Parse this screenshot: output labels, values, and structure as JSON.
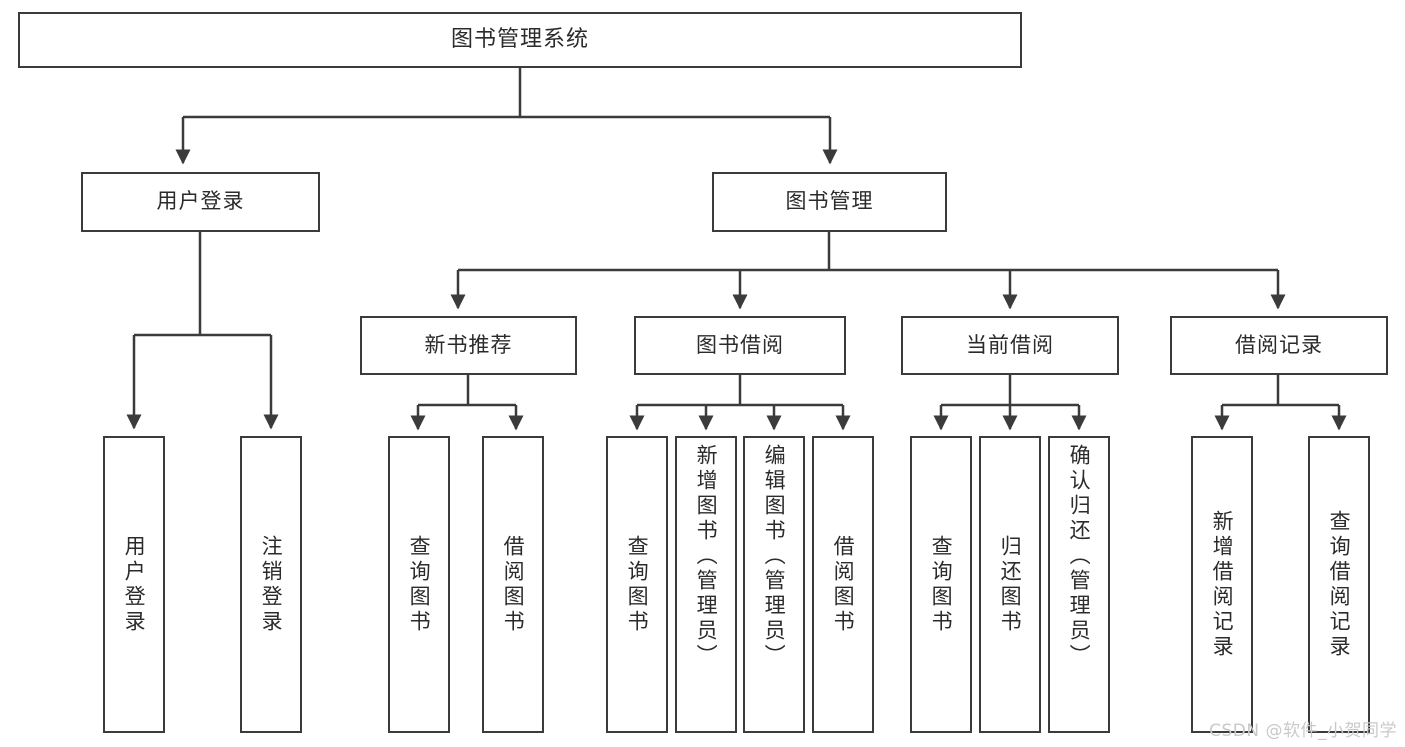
{
  "diagram": {
    "type": "tree-hierarchy-chart",
    "title": "图书管理系统",
    "stroke_color": "#3b3b3b",
    "text_color": "#2b2b2b",
    "background_color": "#ffffff",
    "root": {
      "label": "图书管理系统"
    },
    "level2": [
      {
        "label": "用户登录"
      },
      {
        "label": "图书管理"
      }
    ],
    "level3": [
      {
        "label": "新书推荐"
      },
      {
        "label": "图书借阅"
      },
      {
        "label": "当前借阅"
      },
      {
        "label": "借阅记录"
      }
    ],
    "leaves": {
      "user_login": [
        {
          "label": "用户登录"
        },
        {
          "label": "注销登录"
        }
      ],
      "new_book_recommend": [
        {
          "label": "查询图书"
        },
        {
          "label": "借阅图书"
        }
      ],
      "book_borrow": [
        {
          "label": "查询图书"
        },
        {
          "label": "新增图书（管理员）"
        },
        {
          "label": "编辑图书（管理员）"
        },
        {
          "label": "借阅图书"
        }
      ],
      "current_borrow": [
        {
          "label": "查询图书"
        },
        {
          "label": "归还图书"
        },
        {
          "label": "确认归还（管理员）"
        }
      ],
      "borrow_records": [
        {
          "label": "新增借阅记录"
        },
        {
          "label": "查询借阅记录"
        }
      ]
    }
  },
  "watermark": {
    "text": "CSDN @软件_小贺同学",
    "color": "#c9c9c9"
  }
}
